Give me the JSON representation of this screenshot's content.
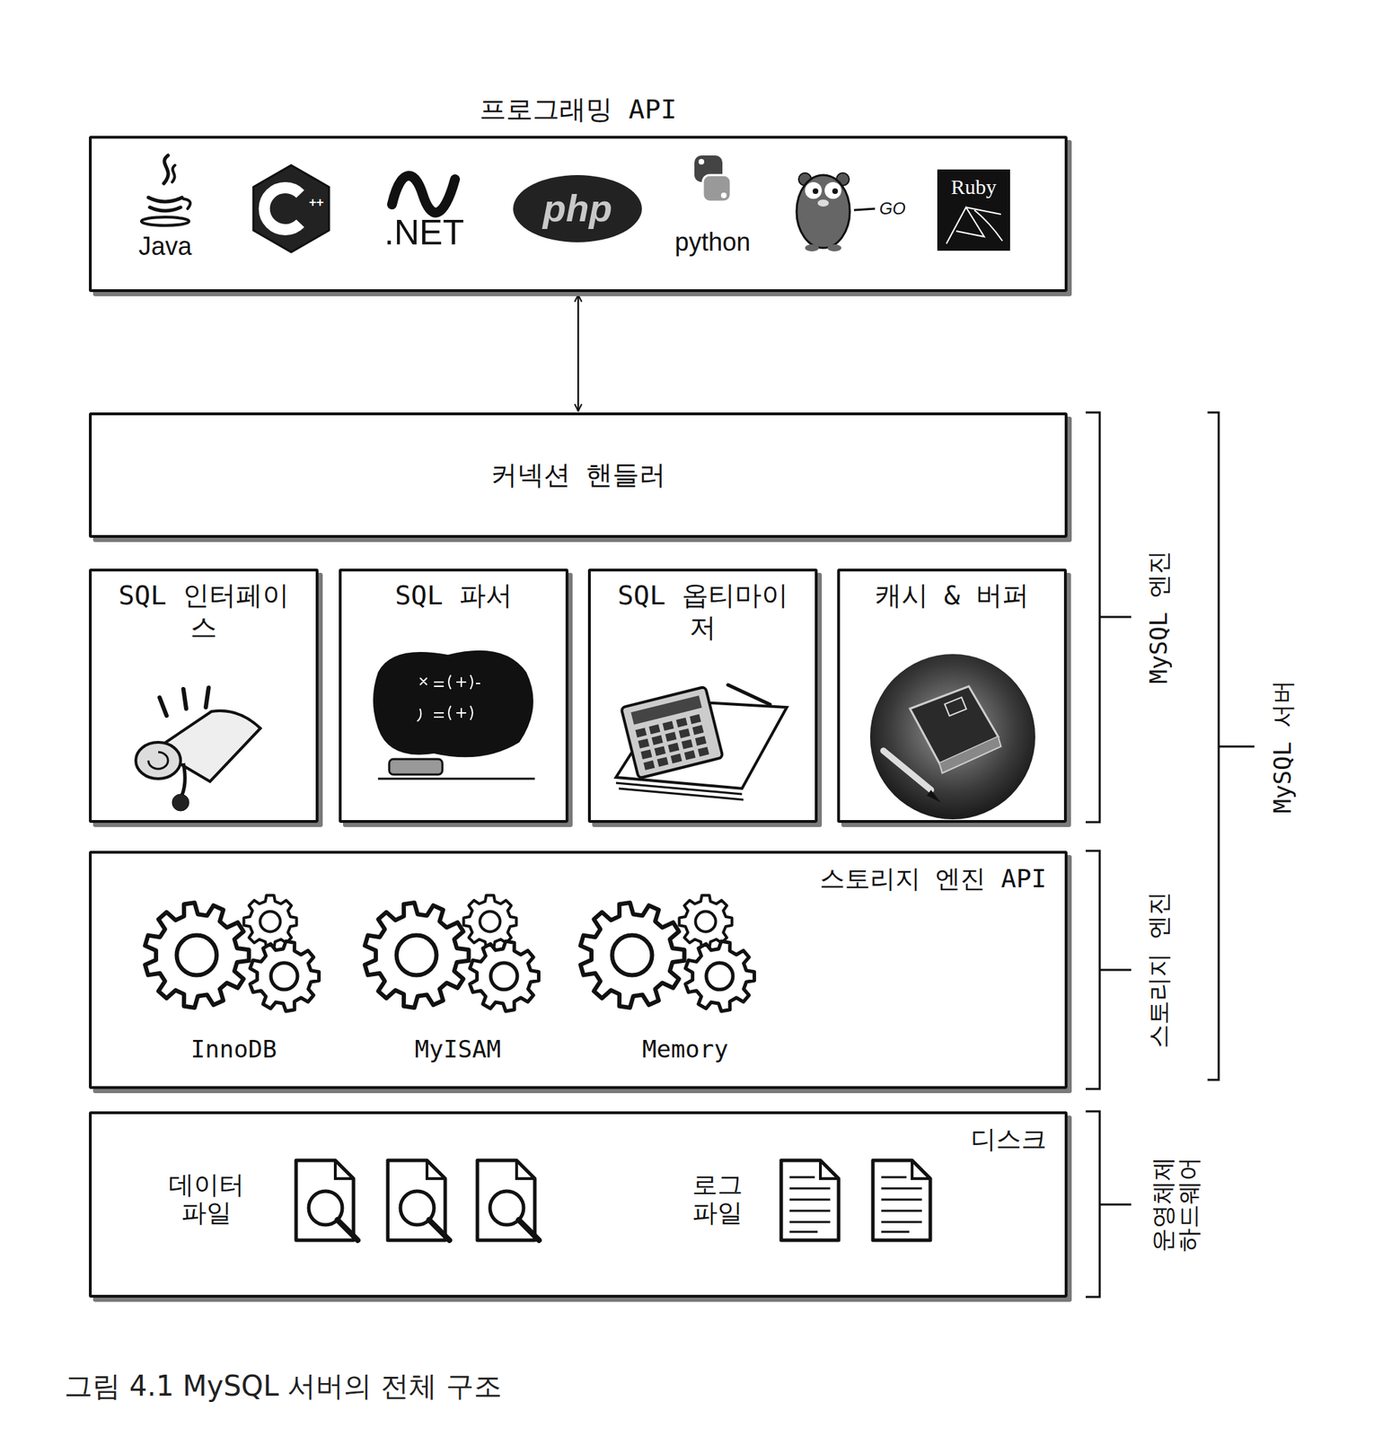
{
  "diagram": {
    "caption": "그림 4.1 MySQL 서버의 전체 구조",
    "nodes": [
      {
        "text": [
          "프로그래밍 API"
        ]
      },
      {
        "text": [
          "커넥션 핸들러"
        ]
      },
      {
        "text": [
          "SQL 인터페이스"
        ]
      },
      {
        "text": [
          "SQL 파서"
        ]
      },
      {
        "text": [
          "SQL 옵티마이저"
        ]
      },
      {
        "text": [
          "캐시 & 버퍼"
        ]
      },
      {
        "text": [
          "스토리지 엔진 API"
        ]
      },
      {
        "text": [
          "디스크"
        ]
      }
    ],
    "edges": [
      {
        "from": 0,
        "to": 1,
        "arrow": "both"
      }
    ],
    "labels": [
      "Java",
      "++",
      ".NET",
      "php",
      "python",
      "GO",
      "Ruby",
      "InnoDB",
      "MyISAM",
      "Memory",
      "데이터 파일",
      "로그 파일",
      "MySQL 엔진",
      "스토리지 엔진",
      "운영체제 하드웨어",
      "MySQL 서버"
    ]
  }
}
